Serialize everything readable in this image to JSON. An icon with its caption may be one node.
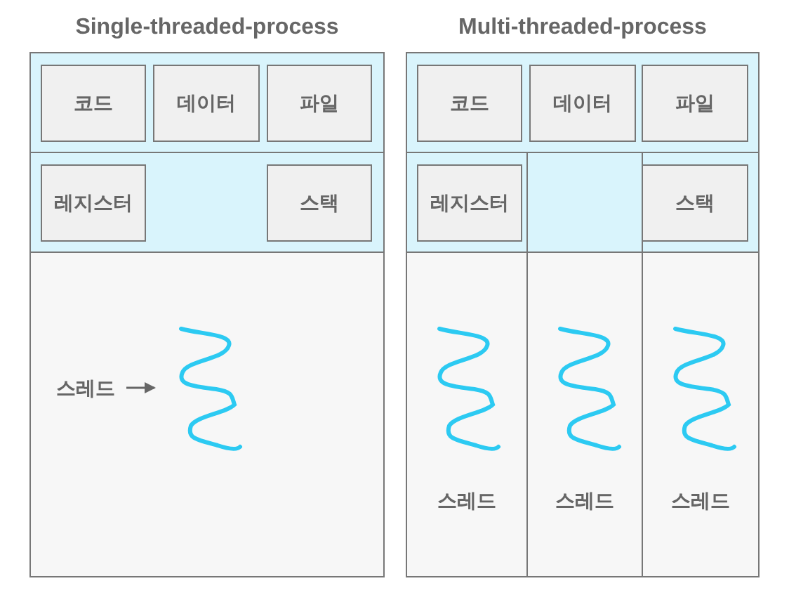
{
  "diagram": {
    "nodes": [
      {
        "text": [
          "Single-threaded-process"
        ]
      },
      {
        "text": [],
        "shape": "box",
        "in": 0
      },
      {
        "text": [
          "코드"
        ],
        "in": 1
      },
      {
        "text": [
          "데이터"
        ],
        "in": 1
      },
      {
        "text": [
          "파일"
        ],
        "in": 1
      },
      {
        "text": [],
        "shape": "box",
        "in": 0
      },
      {
        "text": [
          "레지스터"
        ],
        "in": 5
      },
      {
        "text": [
          "스택"
        ],
        "in": 5
      },
      {
        "text": [],
        "shape": "box",
        "in": 0
      },
      {
        "text": [
          "스레드"
        ],
        "in": 8
      },
      {
        "text": [],
        "shape": "wave",
        "in": 8
      },
      {
        "text": [
          "Multi-threaded-process"
        ]
      },
      {
        "text": [],
        "shape": "box",
        "in": 11
      },
      {
        "text": [
          "코드"
        ],
        "in": 12
      },
      {
        "text": [
          "데이터"
        ],
        "in": 12
      },
      {
        "text": [
          "파일"
        ],
        "in": 12
      },
      {
        "text": [],
        "shape": "box",
        "in": 11
      },
      {
        "text": [
          "레지스터"
        ],
        "in": 16
      },
      {
        "text": [
          "스택"
        ],
        "in": 16
      },
      {
        "text": [],
        "shape": "box",
        "in": 11
      },
      {
        "text": [
          "스레드"
        ],
        "in": 19
      },
      {
        "text": [
          "스레드"
        ],
        "in": 19
      },
      {
        "text": [
          "스레드"
        ],
        "in": 19
      }
    ],
    "edges": [
      {
        "from": 9,
        "to": 10,
        "arrow": "to"
      }
    ]
  }
}
